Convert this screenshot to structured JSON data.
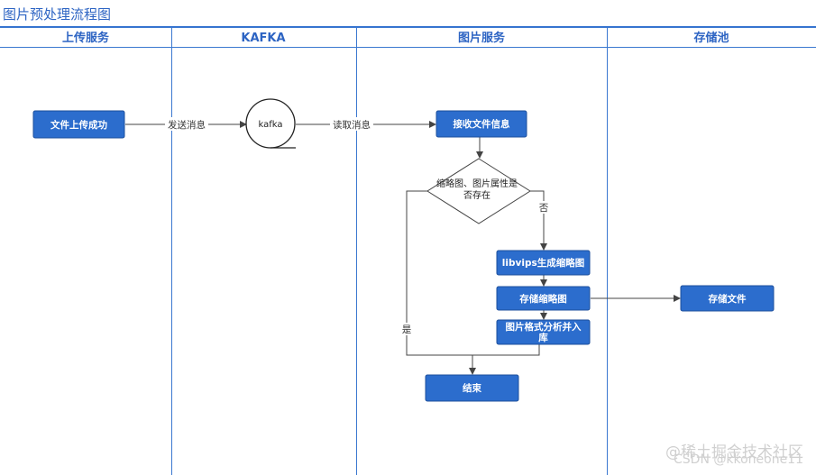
{
  "title": "图片预处理流程图",
  "lanes": [
    {
      "label": "上传服务"
    },
    {
      "label": "KAFKA"
    },
    {
      "label": "图片服务"
    },
    {
      "label": "存储池"
    }
  ],
  "nodes": {
    "upload_success": "文件上传成功",
    "kafka": "kafka",
    "receive_info": "接收文件信息",
    "decision_line1": "缩略图、图片属性是",
    "decision_line2": "否存在",
    "libvips": "libvips生成缩略图",
    "store_thumb": "存储缩略图",
    "analyze_line1": "图片格式分析并入",
    "analyze_line2": "库",
    "end": "结束",
    "store_file": "存储文件"
  },
  "edges": {
    "send_message": "发送消息",
    "read_message": "读取消息",
    "no": "否",
    "yes": "是"
  },
  "watermark": {
    "line1": "@稀土掘金技术社区",
    "line2": "CSDN @kkoneone11"
  },
  "colors": {
    "box_fill": "#2c6dcd",
    "box_stroke": "#1d4f9c",
    "lane_line": "#3b78d0",
    "title_text": "#2d64c3"
  }
}
